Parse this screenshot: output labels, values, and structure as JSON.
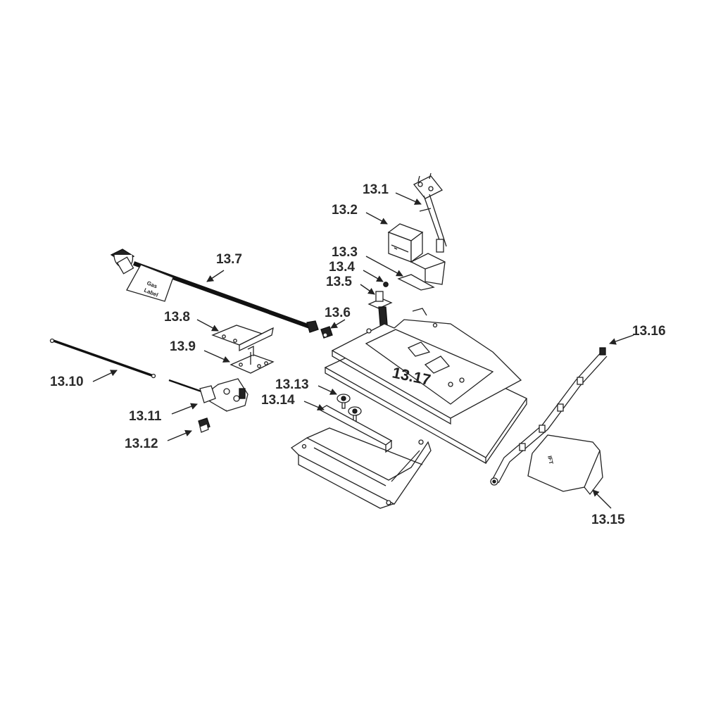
{
  "callouts": {
    "c13_1": "13.1",
    "c13_2": "13.2",
    "c13_3": "13.3",
    "c13_4": "13.4",
    "c13_5": "13.5",
    "c13_6": "13.6",
    "c13_7": "13.7",
    "c13_8": "13.8",
    "c13_9": "13.9",
    "c13_10": "13.10",
    "c13_11": "13.11",
    "c13_12": "13.12",
    "c13_13": "13.13",
    "c13_14": "13.14",
    "c13_15": "13.15",
    "c13_16": "13.16",
    "c13_17": "13.17"
  },
  "tags": {
    "gas_label_line1": "Gas",
    "gas_label_line2": "Label",
    "shield_mark": "IFT"
  }
}
